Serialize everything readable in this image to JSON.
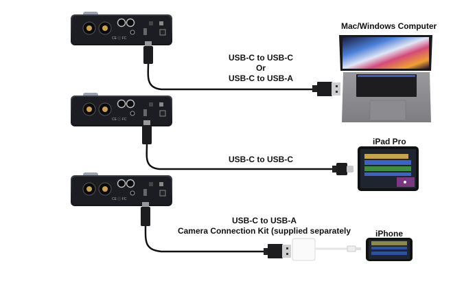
{
  "diagram": {
    "connections": [
      {
        "id": "computer",
        "cable_lines": [
          "USB-C to USB-C",
          "Or",
          "USB-C to USB-A"
        ],
        "device": "Mac/Windows Computer",
        "source_connector": "USB-C",
        "target_connector": "USB-A"
      },
      {
        "id": "ipad",
        "cable_lines": [
          "USB-C to USB-C"
        ],
        "device": "iPad Pro",
        "source_connector": "USB-C",
        "target_connector": "USB-C"
      },
      {
        "id": "iphone",
        "cable_lines": [
          "USB-C to USB-A",
          "Camera Connection Kit (supplied separately"
        ],
        "device": "iPhone",
        "source_connector": "USB-C",
        "target_connector": "USB-A",
        "adapter": "Camera Connection Kit"
      }
    ],
    "interface_panel": {
      "labels": [
        "CE",
        "FC"
      ]
    }
  }
}
